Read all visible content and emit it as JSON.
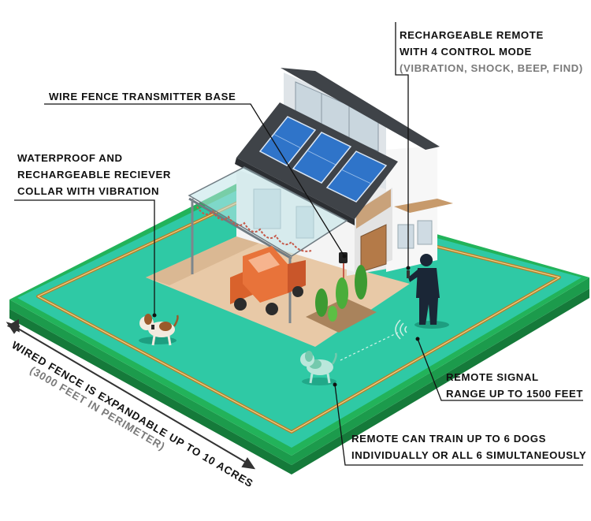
{
  "labels": {
    "remote": {
      "line1": "RECHARGEABLE REMOTE",
      "line2": "WITH 4 CONTROL MODE",
      "line3": "(VIBRATION, SHOCK, BEEP, FIND)"
    },
    "transmitter": {
      "line1": "WIRE FENCE TRANSMITTER BASE"
    },
    "collar": {
      "line1": "WATERPROOF AND",
      "line2": "RECHARGEABLE RECIEVER",
      "line3": "COLLAR WITH VIBRATION"
    },
    "signal": {
      "line1": "REMOTE SIGNAL",
      "line2": "RANGE UP TO 1500 FEET"
    },
    "dogs": {
      "line1": "REMOTE CAN TRAIN UP TO 6 DOGS",
      "line2": "INDIVIDUALLY OR ALL 6 SIMULTANEOUSLY"
    },
    "fence": {
      "line1": "WIRED FENCE IS EXPANDABLE UP TO 10 ACRES",
      "line2": "(3000 FEET IN PERIMETER)"
    }
  },
  "colors": {
    "lawn": "#2fc9a5",
    "lawn_edge": "#1c9b4c",
    "wire": "#b5812c",
    "patio": "#e8c9a7",
    "house_wall": "#f4f4f4",
    "roof": "#3f4348",
    "solar": "#2f74c9",
    "truck": "#e8733a",
    "text": "#111111",
    "text_gray": "#7a7a7a"
  }
}
